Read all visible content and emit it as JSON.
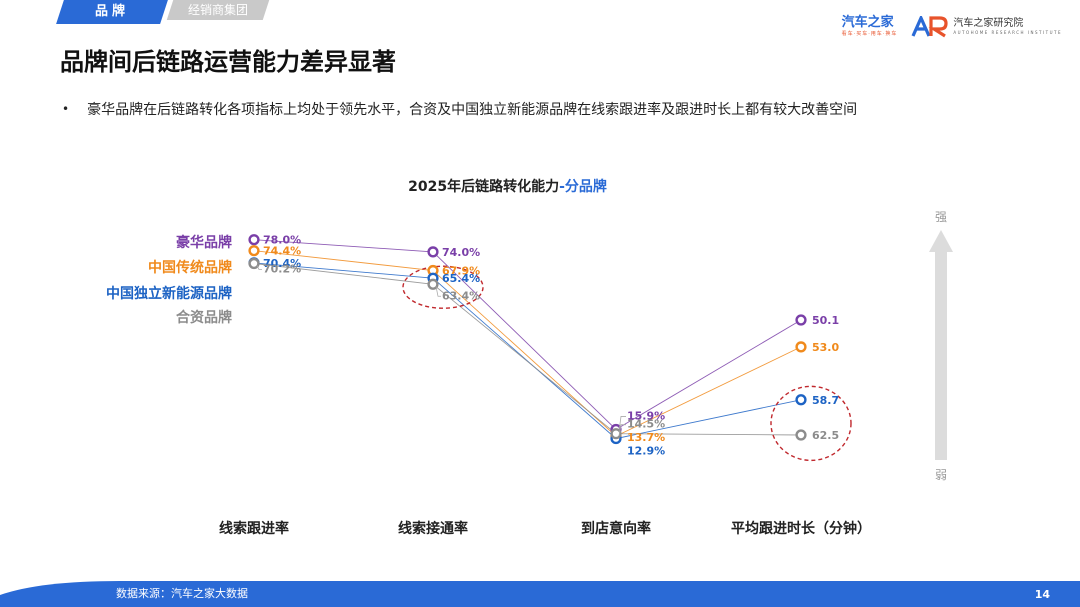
{
  "tabs": [
    {
      "label": "品牌",
      "active": true
    },
    {
      "label": "经销商集团",
      "active": false
    }
  ],
  "logos": {
    "main_name": "汽车之家",
    "main_slogan": "看车·买车·用车·换车",
    "institute_name": "汽车之家研究院",
    "institute_en": "AUTOHOME RESEARCH INSTITUTE"
  },
  "page_title": "品牌间后链路运营能力差异显著",
  "bullet_text": "豪华品牌在后链路转化各项指标上均处于领先水平，合资及中国独立新能源品牌在线索跟进率及跟进时长上都有较大改善空间",
  "chart_title_prefix": "2025年后链路转化能力",
  "chart_title_highlight": "-分品牌",
  "chart_data": {
    "type": "line",
    "title": "2025年后链路转化能力-分品牌",
    "categories": [
      "线索跟进率",
      "线索接通率",
      "到店意向率",
      "平均跟进时长（分钟）"
    ],
    "series": [
      {
        "name": "豪华品牌",
        "color": "#7a3fa8",
        "values": [
          78.0,
          74.0,
          15.9,
          50.1
        ],
        "labels": [
          "78.0%",
          "74.0%",
          "15.9%",
          "50.1"
        ]
      },
      {
        "name": "中国传统品牌",
        "color": "#f08a1c",
        "values": [
          74.4,
          67.9,
          13.7,
          53.0
        ],
        "labels": [
          "74.4%",
          "67.9%",
          "13.7%",
          "53.0"
        ]
      },
      {
        "name": "中国独立新能源品牌",
        "color": "#1d63c4",
        "values": [
          70.4,
          65.4,
          12.9,
          58.7
        ],
        "labels": [
          "70.4%",
          "65.4%",
          "12.9%",
          "58.7"
        ]
      },
      {
        "name": "合资品牌",
        "color": "#8c8c8c",
        "values": [
          70.2,
          63.4,
          14.5,
          62.5
        ],
        "labels": [
          "70.2%",
          "63.4%",
          "14.5%",
          "62.5"
        ]
      }
    ],
    "highlight_circles": [
      {
        "category_index": 1,
        "series": [
          "中国独立新能源品牌",
          "合资品牌"
        ]
      },
      {
        "category_index": 3,
        "series": [
          "中国独立新能源品牌",
          "合资品牌"
        ]
      }
    ],
    "arrow": {
      "top_label": "强",
      "bottom_label": "弱"
    },
    "legend": "left"
  },
  "footer": {
    "source": "数据来源：汽车之家大数据",
    "page_number": "14"
  },
  "colors": {
    "brand_blue": "#2a6ad6",
    "highlight_red": "#c0282d",
    "arrow_gray": "#dcdcdc"
  }
}
